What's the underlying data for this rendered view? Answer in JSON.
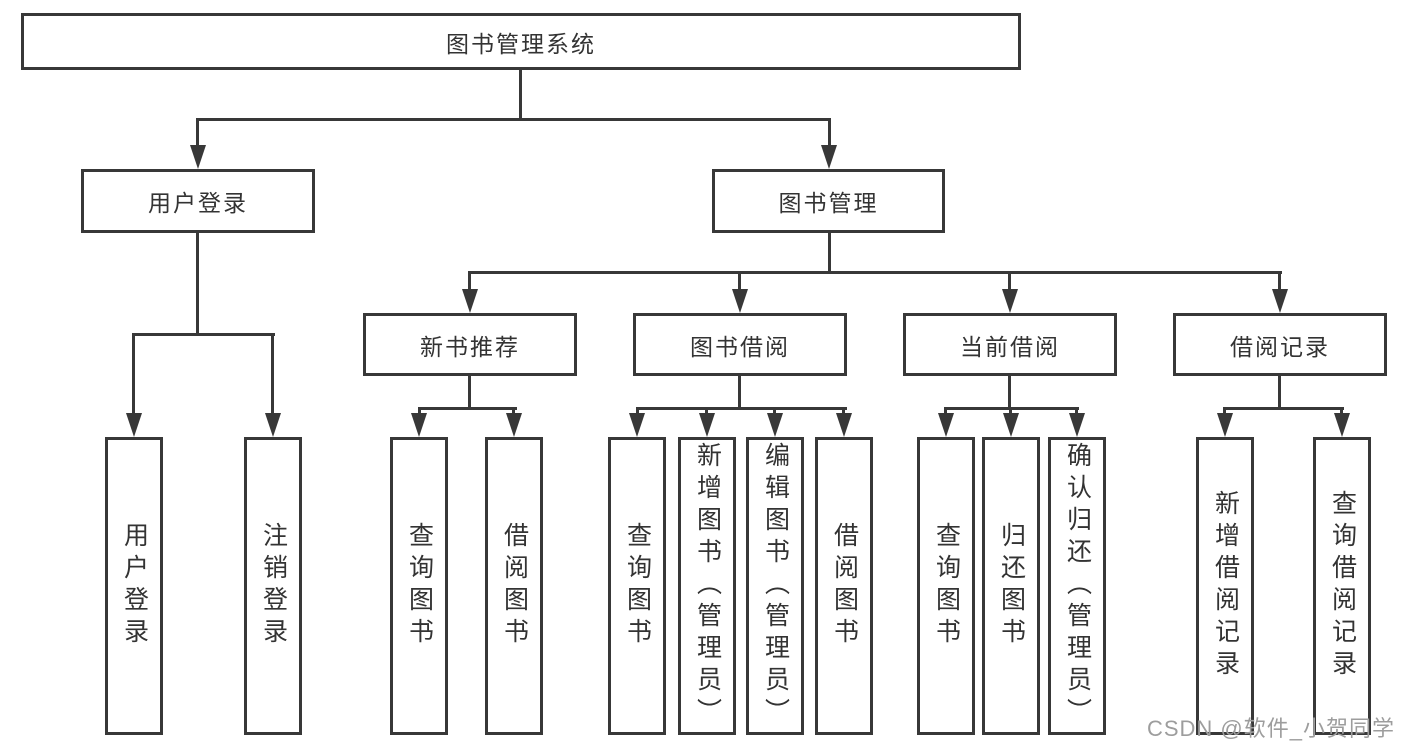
{
  "page": {
    "background": "#ffffff"
  },
  "colors": {
    "line": "#383838",
    "text": "#333333",
    "watermark": "#9d9d9d"
  },
  "watermark": {
    "text": "CSDN @软件_小贺同学"
  },
  "tree": {
    "label": "图书管理系统",
    "children": [
      {
        "label": "用户登录",
        "children": [
          {
            "label": "用户登录"
          },
          {
            "label": "注销登录"
          }
        ]
      },
      {
        "label": "图书管理",
        "children": [
          {
            "label": "新书推荐",
            "children": [
              {
                "label": "查询图书"
              },
              {
                "label": "借阅图书"
              }
            ]
          },
          {
            "label": "图书借阅",
            "children": [
              {
                "label": "查询图书"
              },
              {
                "label": "新增图书（管理员）"
              },
              {
                "label": "编辑图书（管理员）"
              },
              {
                "label": "借阅图书"
              }
            ]
          },
          {
            "label": "当前借阅",
            "children": [
              {
                "label": "查询图书"
              },
              {
                "label": "归还图书"
              },
              {
                "label": "确认归还（管理员）"
              }
            ]
          },
          {
            "label": "借阅记录",
            "children": [
              {
                "label": "新增借阅记录"
              },
              {
                "label": "查询借阅记录"
              }
            ]
          }
        ]
      }
    ]
  }
}
